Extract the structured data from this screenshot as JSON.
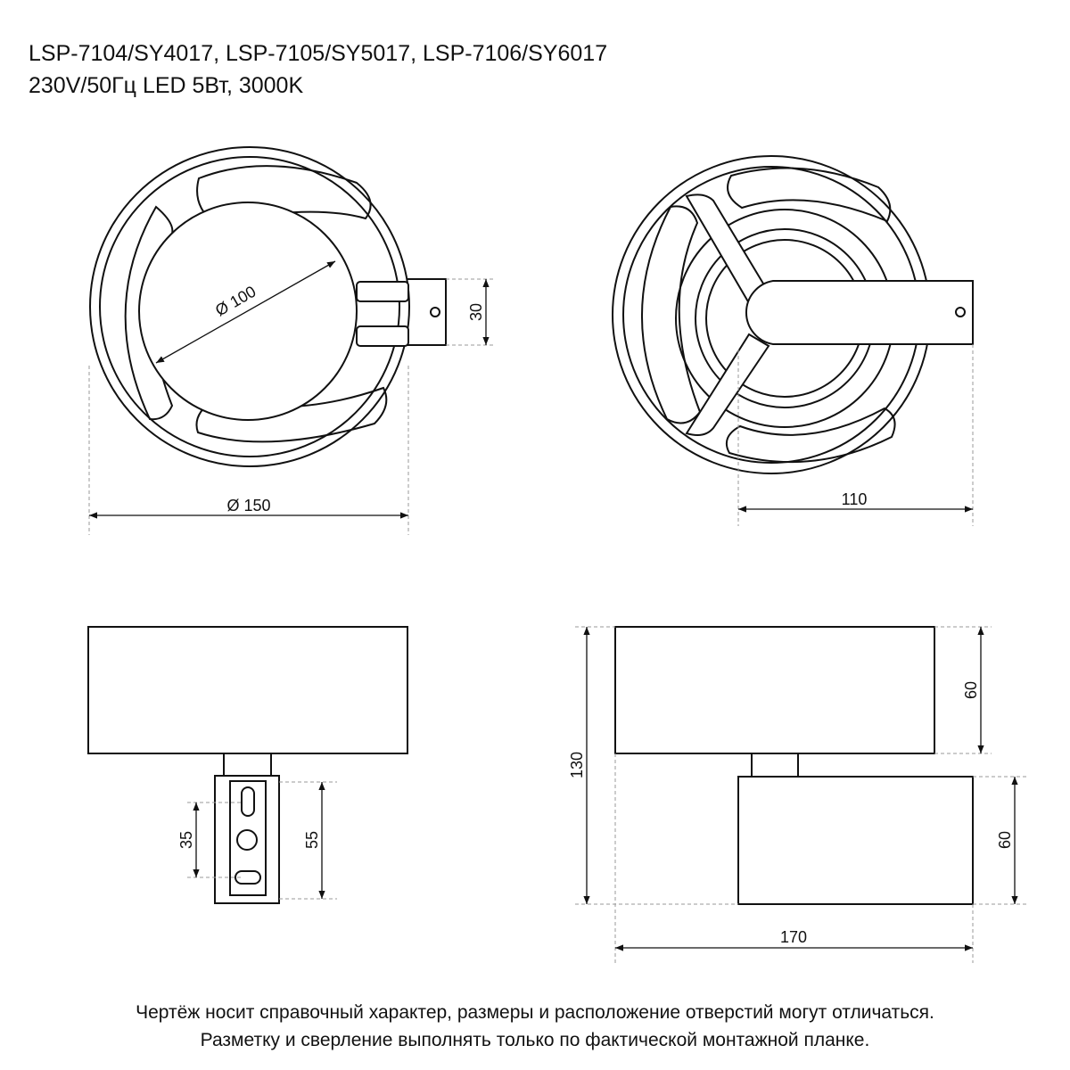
{
  "header": {
    "models": "LSP-7104/SY4017, LSP-7105/SY5017, LSP-7106/SY6017",
    "specs": "230V/50Гц  LED 5Вт, 3000K"
  },
  "dimensions": {
    "front_inner_diameter": "Ø 100",
    "front_outer_diameter": "Ø 150",
    "bracket_height": "30",
    "back_width": "110",
    "plate_slot_spacing": "35",
    "plate_height": "55",
    "total_height": "130",
    "upper_height": "60",
    "lower_height": "60",
    "total_width": "170"
  },
  "footer": {
    "line1": "Чертёж носит справочный характер, размеры и расположение отверстий могут отличаться.",
    "line2": "Разметку и сверление выполнять только по фактической монтажной планке."
  },
  "colors": {
    "line": "#111111",
    "dim_line": "#888888"
  }
}
